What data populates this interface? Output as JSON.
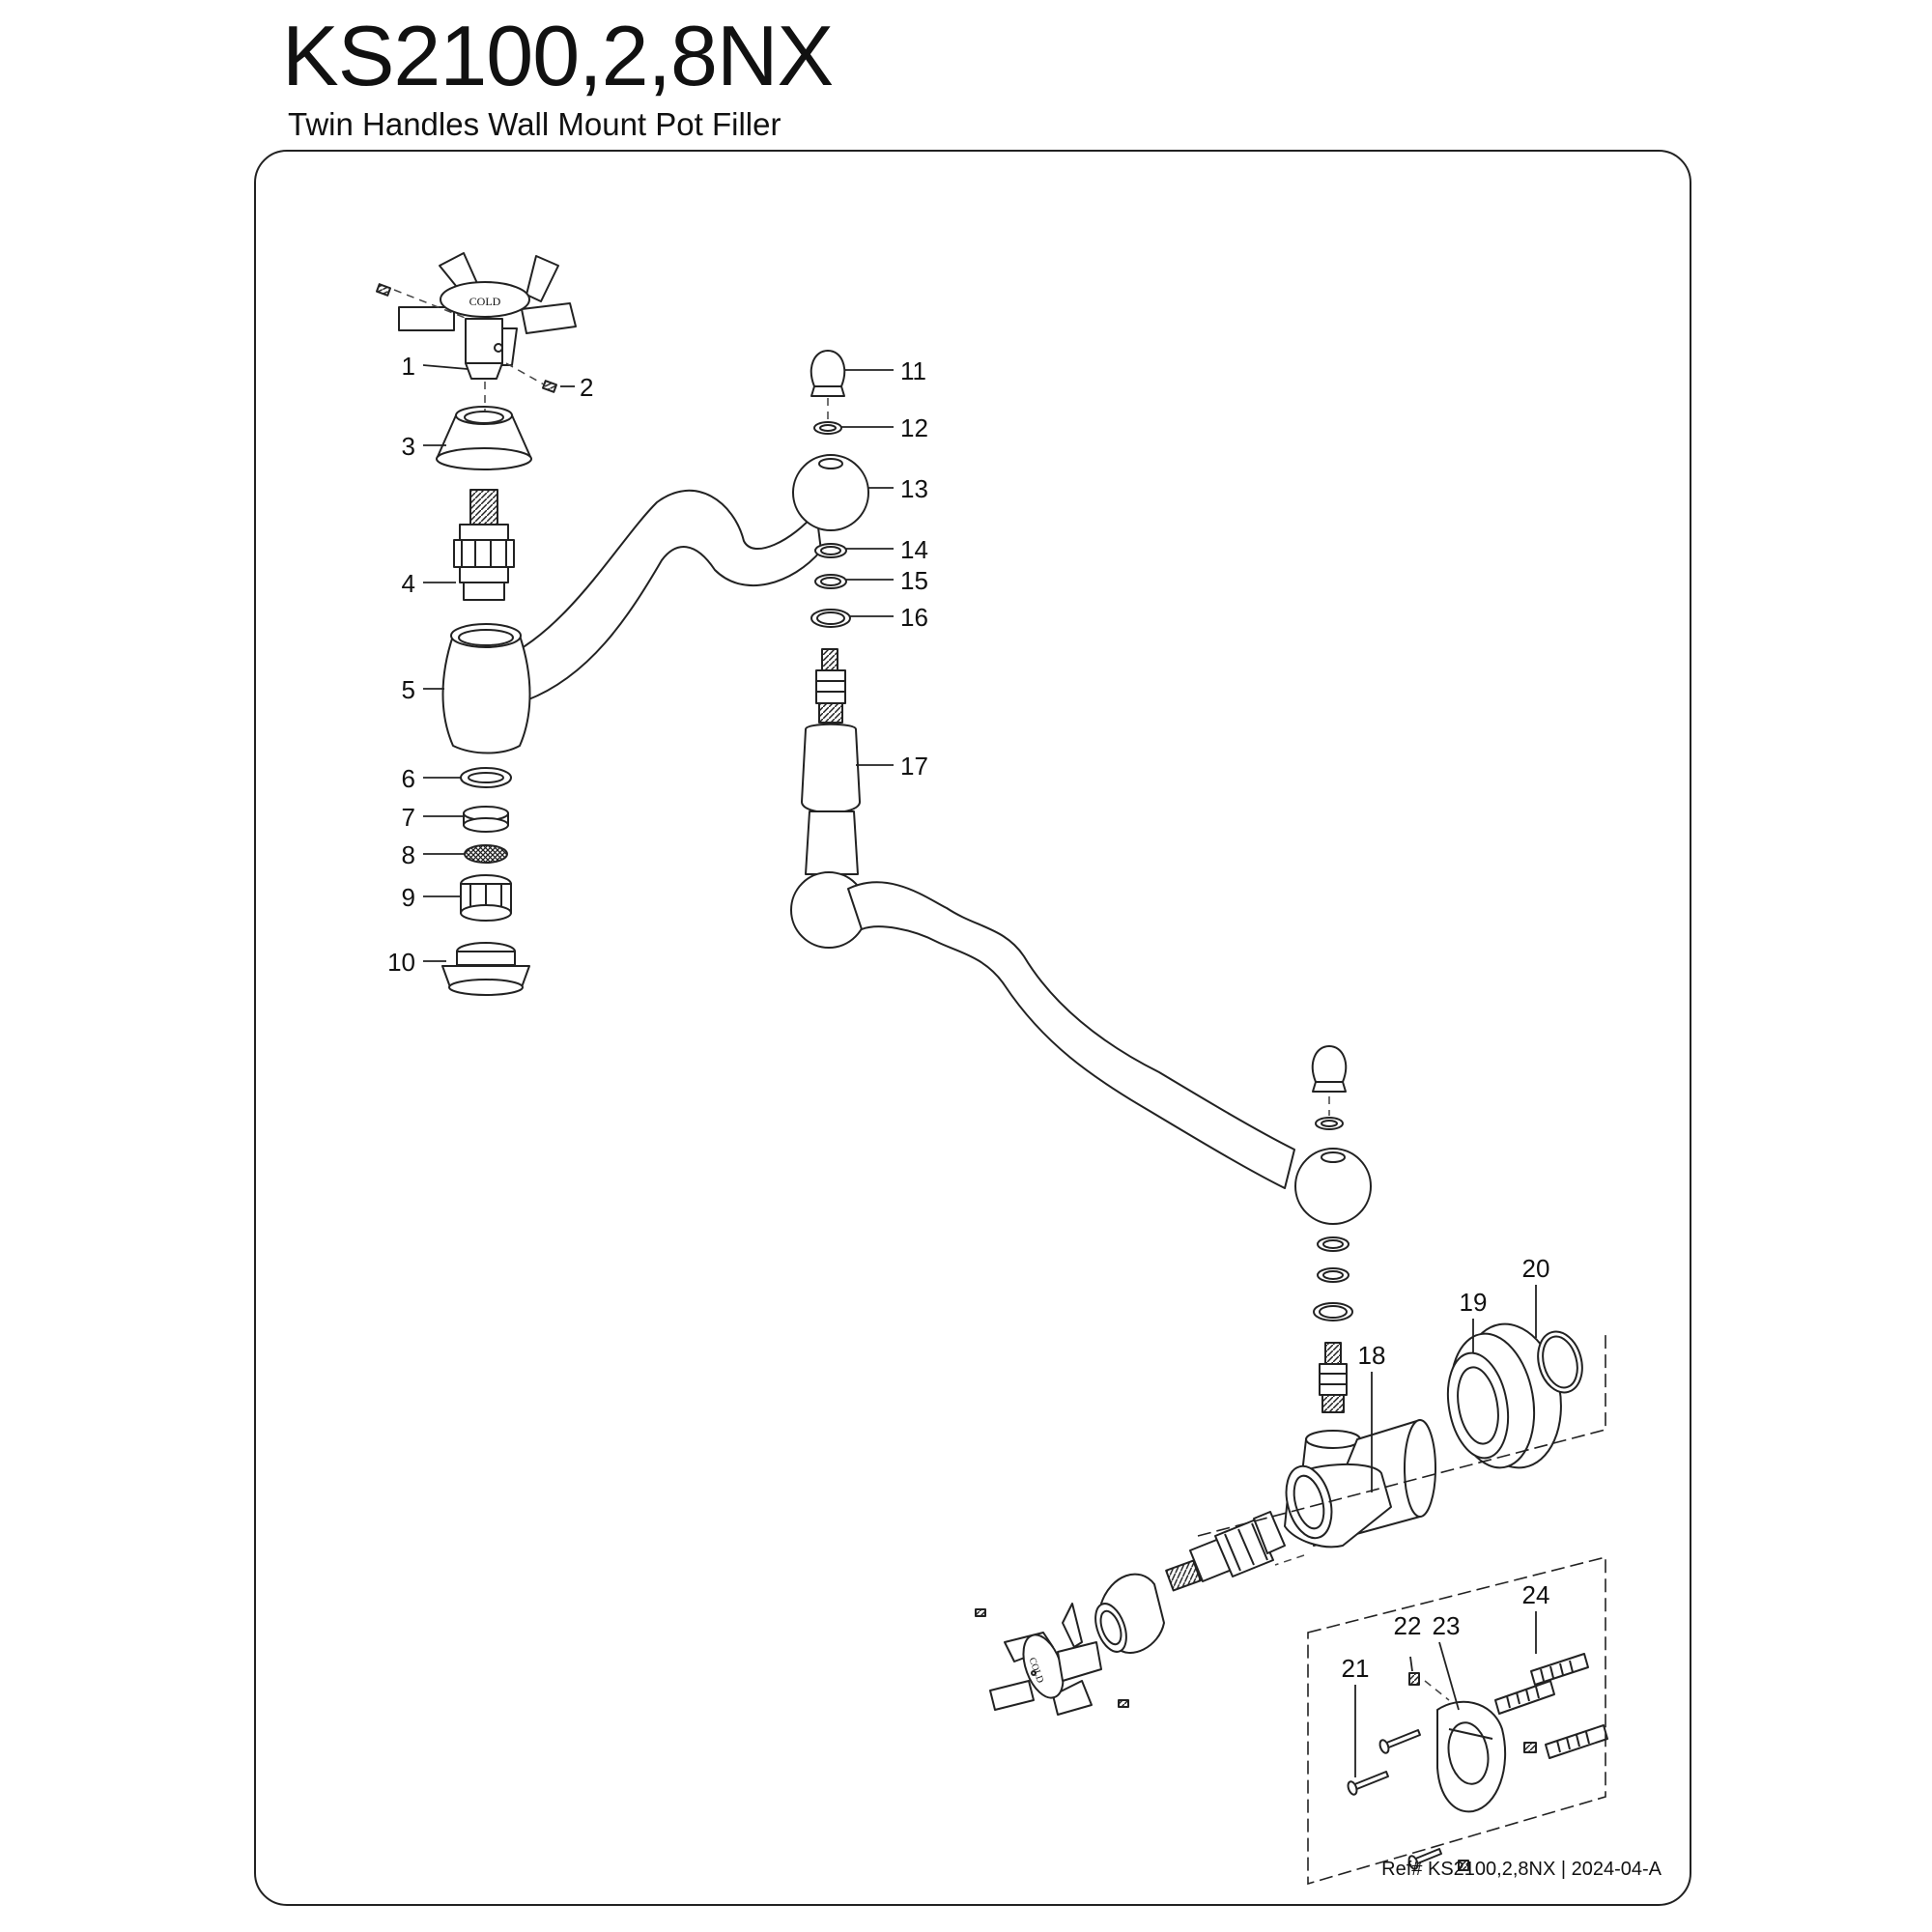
{
  "header": {
    "model": "KS2100,2,8NX",
    "description": "Twin Handles Wall Mount Pot Filler"
  },
  "handle_label": "COLD",
  "callouts": [
    "1",
    "2",
    "3",
    "4",
    "5",
    "6",
    "7",
    "8",
    "9",
    "10",
    "11",
    "12",
    "13",
    "14",
    "15",
    "16",
    "17",
    "18",
    "19",
    "20",
    "21",
    "22",
    "23",
    "24"
  ],
  "footer": {
    "reference": "Ref# KS2100,2,8NX | 2024-04-A"
  },
  "colors": {
    "line": "#222222",
    "body": "#ffffff",
    "mesh": "#333333"
  }
}
